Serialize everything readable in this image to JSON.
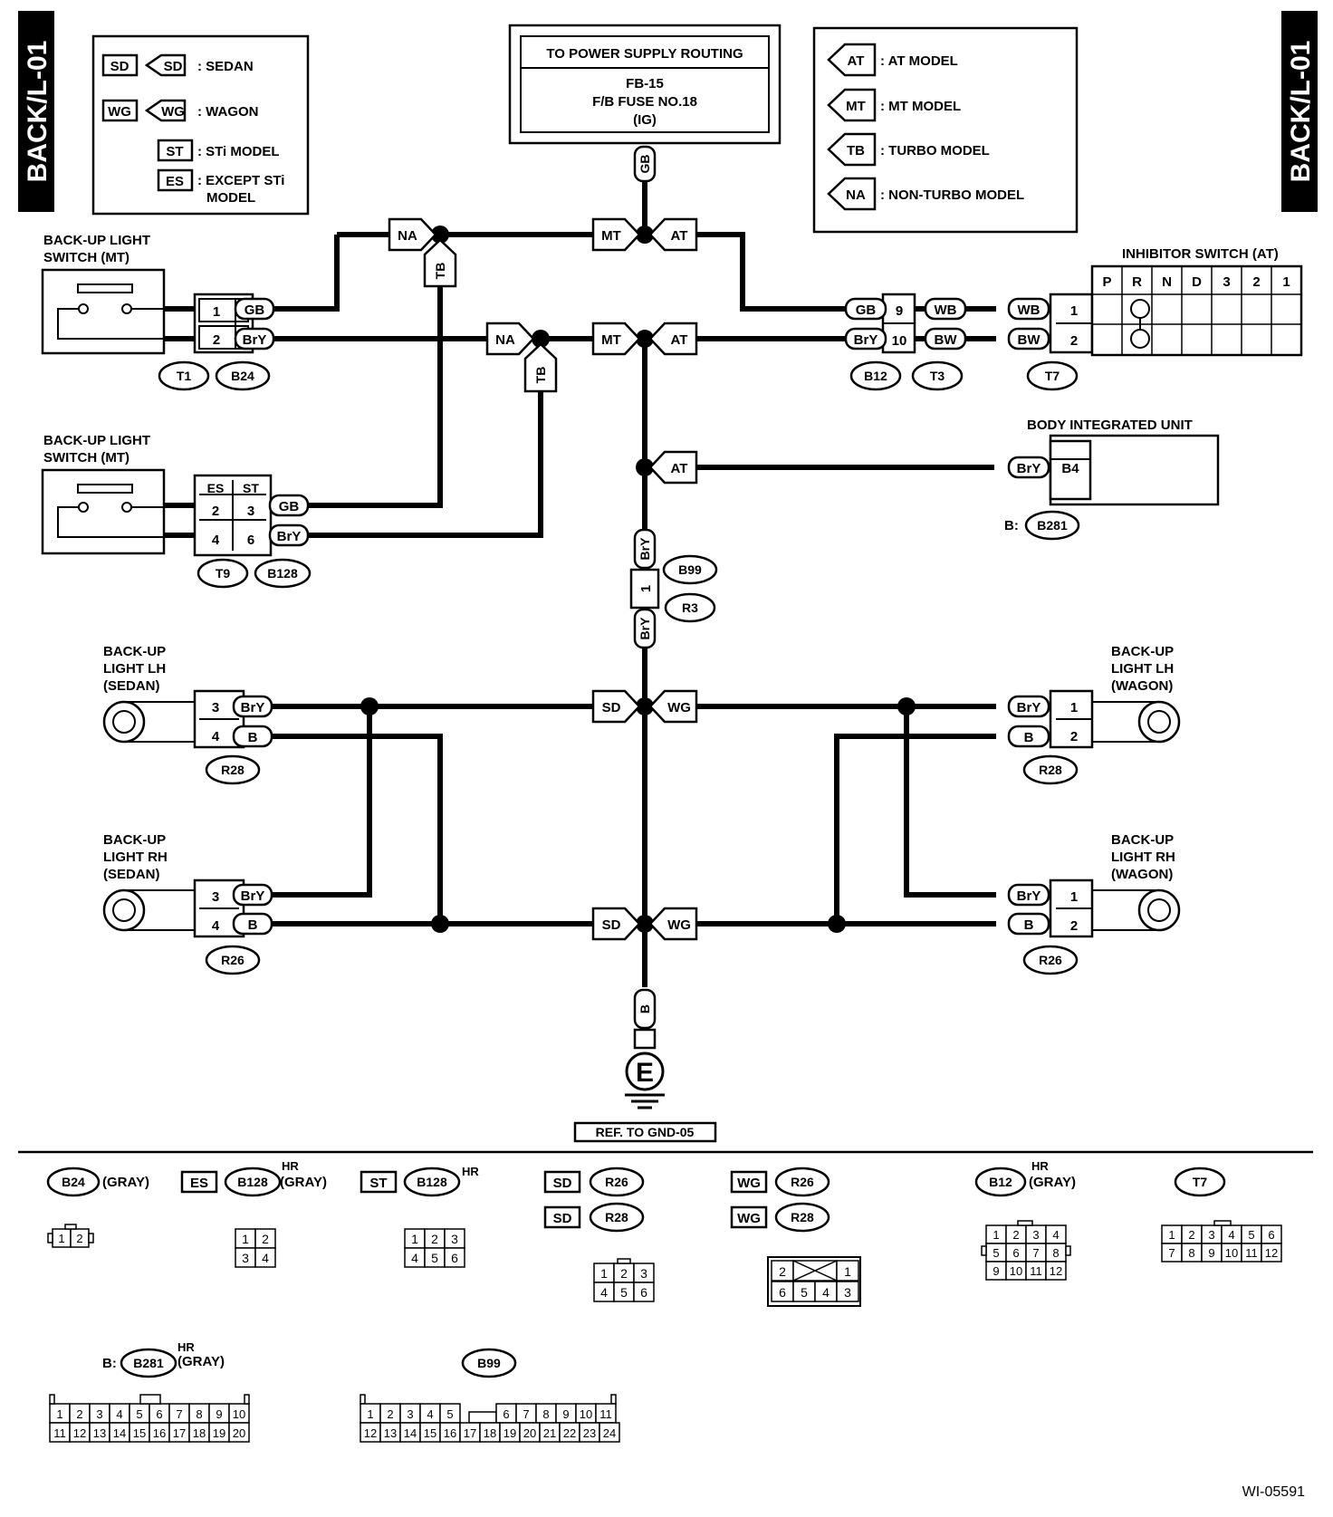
{
  "page_code": "BACK/L-01",
  "figure_id": "WI-05591",
  "legend_left": {
    "sd_code": "SD",
    "sd_text": ": SEDAN",
    "wg_code": "WG",
    "wg_text": ": WAGON",
    "st_code": "ST",
    "st_text": ": STi MODEL",
    "es_code": "ES",
    "es_text_1": ": EXCEPT STi",
    "es_text_2": "MODEL"
  },
  "legend_right": {
    "at_code": "AT",
    "at_text": ": AT MODEL",
    "mt_code": "MT",
    "mt_text": ": MT MODEL",
    "tb_code": "TB",
    "tb_text": ": TURBO MODEL",
    "na_code": "NA",
    "na_text": ": NON-TURBO MODEL"
  },
  "power": {
    "title": "TO POWER SUPPLY ROUTING",
    "line1": "FB-15",
    "line2": "F/B FUSE NO.18",
    "line3": "(IG)",
    "wire": "GB"
  },
  "components": {
    "switch_mt_1": [
      "BACK-UP LIGHT",
      "SWITCH (MT)"
    ],
    "switch_mt_2": [
      "BACK-UP LIGHT",
      "SWITCH (MT)"
    ],
    "inhibitor": "INHIBITOR SWITCH (AT)",
    "inhibitor_positions": [
      "P",
      "R",
      "N",
      "D",
      "3",
      "2",
      "1"
    ],
    "body_unit": "BODY INTEGRATED UNIT",
    "lh_sedan": [
      "BACK-UP",
      "LIGHT LH",
      "(SEDAN)"
    ],
    "rh_sedan": [
      "BACK-UP",
      "LIGHT RH",
      "(SEDAN)"
    ],
    "lh_wagon": [
      "BACK-UP",
      "LIGHT LH",
      "(WAGON)"
    ],
    "rh_wagon": [
      "BACK-UP",
      "LIGHT RH",
      "(WAGON)"
    ],
    "ground_symbol": "E",
    "ground_ref": "REF. TO GND-05"
  },
  "wires": {
    "gb": "GB",
    "bry": "BrY",
    "wb": "WB",
    "bw": "BW",
    "b": "B"
  },
  "pins": {
    "p1": "1",
    "p2": "2",
    "p3": "3",
    "p4": "4",
    "p6": "6",
    "p9": "9",
    "p10": "10",
    "b4": "B4",
    "es": "ES",
    "st": "ST"
  },
  "connectors": {
    "t1": "T1",
    "b24": "B24",
    "b12": "B12",
    "t3": "T3",
    "t7": "T7",
    "t9": "T9",
    "b128": "B128",
    "b281": "B281",
    "b281_prefix": "B:",
    "b99": "B99",
    "r3": "R3",
    "r28": "R28",
    "r26": "R26"
  },
  "arrows": {
    "na": "NA",
    "tb": "TB",
    "mt": "MT",
    "at": "AT",
    "sd": "SD",
    "wg": "WG"
  },
  "bottom": {
    "gray": "(GRAY)",
    "hr": "HR",
    "b281_prefix": "B:",
    "b24_pins": [
      "1",
      "2"
    ],
    "b128_es_pins": [
      [
        "1",
        "2"
      ],
      [
        "3",
        "4"
      ]
    ],
    "b128_st_pins": [
      [
        "1",
        "2",
        "3"
      ],
      [
        "4",
        "5",
        "6"
      ]
    ],
    "r26_sd_pins": [
      [
        "1",
        "2",
        "3"
      ],
      [
        "4",
        "5",
        "6"
      ]
    ],
    "r26_wg_pins": [
      [
        "2",
        "",
        "1"
      ],
      [
        "6",
        "5",
        "4",
        "3"
      ]
    ],
    "b12_pins": [
      [
        "1",
        "2",
        "3",
        "4"
      ],
      [
        "5",
        "6",
        "7",
        "8"
      ],
      [
        "9",
        "10",
        "11",
        "12"
      ]
    ],
    "t7_pins": [
      [
        "1",
        "2",
        "3",
        "4",
        "5",
        "6"
      ],
      [
        "7",
        "8",
        "9",
        "10",
        "11",
        "12"
      ]
    ],
    "b281_pins": [
      [
        "1",
        "2",
        "3",
        "4",
        "5",
        "6",
        "7",
        "8",
        "9",
        "10"
      ],
      [
        "11",
        "12",
        "13",
        "14",
        "15",
        "16",
        "17",
        "18",
        "19",
        "20"
      ]
    ],
    "b99_pins_top_a": [
      "1",
      "2",
      "3",
      "4",
      "5"
    ],
    "b99_pins_top_b": [
      "6",
      "7",
      "8",
      "9",
      "10",
      "11"
    ],
    "b99_pins_bottom": [
      "12",
      "13",
      "14",
      "15",
      "16",
      "17",
      "18",
      "19",
      "20",
      "21",
      "22",
      "23",
      "24"
    ]
  }
}
